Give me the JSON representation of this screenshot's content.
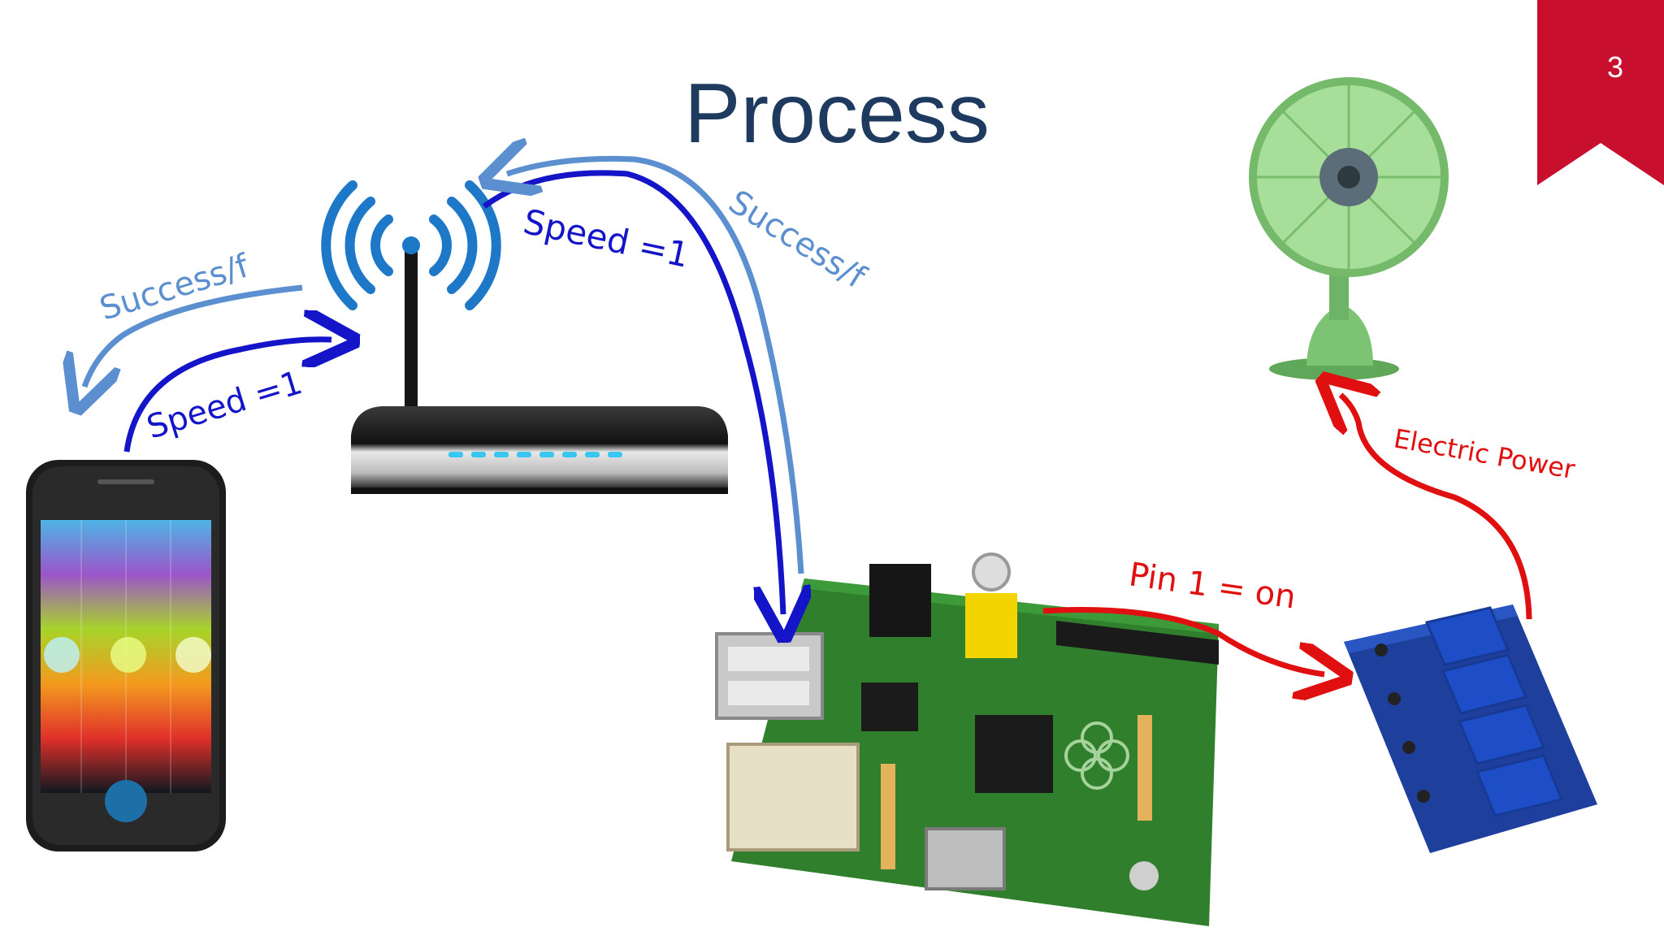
{
  "slide": {
    "title": "Process",
    "page_number": "3"
  },
  "labels": {
    "phone_to_router": "Speed =1",
    "router_to_phone": "Success/f",
    "router_to_pi": "Speed =1",
    "pi_to_router": "Success/f",
    "pi_to_relay": "Pin 1 = on",
    "relay_to_fan": "Electric Power"
  },
  "devices": {
    "phone": "smartphone-icon",
    "router": "wifi-router-icon",
    "pi": "raspberry-pi-board-icon",
    "relay": "relay-module-icon",
    "fan": "desk-fan-icon"
  },
  "colors": {
    "request_arrow": "#1414c8",
    "response_arrow": "#5b8fd0",
    "control_arrow": "#e01010",
    "badge": "#c8102e",
    "title": "#1f3a5f"
  }
}
